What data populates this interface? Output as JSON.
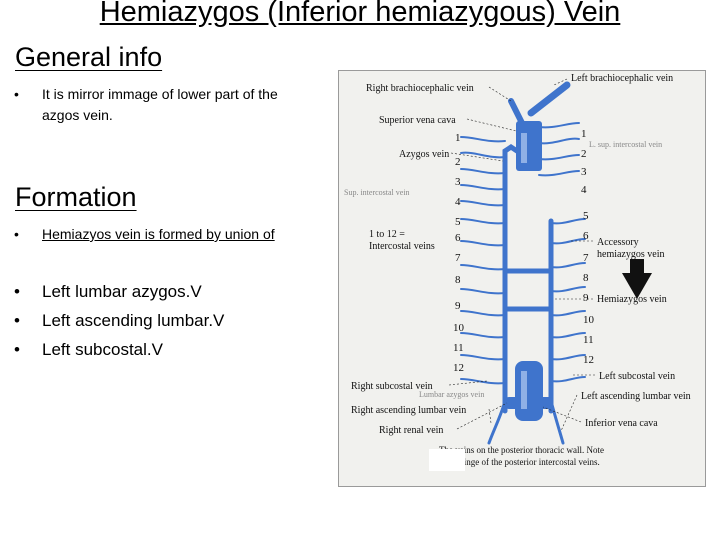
{
  "slide": {
    "title": "Hemiazygos (Inferior hemiazygous) Vein"
  },
  "general_info": {
    "heading": "General info",
    "bullet_line1": "It is mirror immage of lower part of the",
    "bullet_line2": "azgos vein."
  },
  "formation": {
    "heading": "Formation",
    "bullet": "Hemiazyos vein is formed by union of"
  },
  "list": [
    "Left lumbar azygos.V",
    "Left ascending lumbar.V",
    "Left subcostal.V"
  ],
  "figure": {
    "labels": {
      "right_brachiocephalic": "Right brachiocephalic vein",
      "left_brachiocephalic": "Left brachiocephalic vein",
      "superior_vena_cava": "Superior vena cava",
      "azygos_vein": "Azygos vein",
      "intercostal_line1": "1 to 12 =",
      "intercostal_line2": "Intercostal veins",
      "accessory_line1": "Accessory",
      "accessory_line2": "hemiazygos vein",
      "hemiazygos": "Hemiazygos vein",
      "right_subcostal": "Right subcostal vein",
      "right_ascending_lumbar": "Right ascending lumbar vein",
      "right_renal": "Right renal vein",
      "left_subcostal": "Left subcostal vein",
      "left_ascending_lumbar": "Left ascending lumbar vein",
      "inferior_vena_cava": "Inferior vena cava",
      "caption_line1": "The veins on the posterior thoracic wall. Note",
      "caption_line2": "the drainge of the posterior intercostal veins."
    },
    "numbers": [
      "1",
      "2",
      "3",
      "4",
      "5",
      "6",
      "7",
      "8",
      "9",
      "10",
      "11",
      "12"
    ],
    "colors": {
      "vein": "#3f74cc",
      "arrow": "#111111"
    }
  }
}
